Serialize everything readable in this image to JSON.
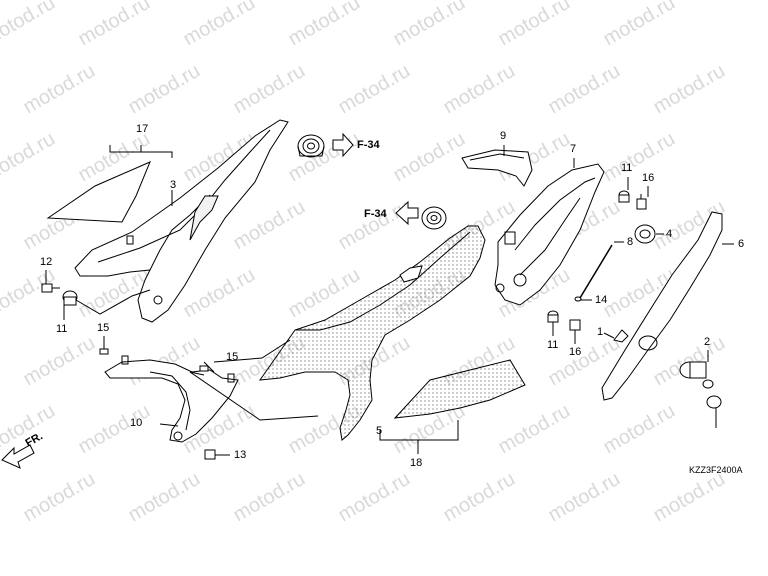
{
  "watermark": "motod.ru",
  "callouts": {
    "c17": "17",
    "c3": "3",
    "c12": "12",
    "c11a": "11",
    "c15a": "15",
    "c15b": "15",
    "c10": "10",
    "c13": "13",
    "c5": "5",
    "c18": "18",
    "c9": "9",
    "c7": "7",
    "c11b": "11",
    "c16a": "16",
    "c4": "4",
    "c6": "6",
    "c8": "8",
    "c14": "14",
    "c1": "1",
    "c2": "2",
    "c11c": "11",
    "c16b": "16"
  },
  "refs": {
    "ref_right": "F-34",
    "ref_left": "F-34",
    "front": "FR."
  },
  "diagram_code": "KZZ3F2400A",
  "colors": {
    "line": "#000000",
    "watermark": "#d9d9d9",
    "background": "#ffffff"
  }
}
